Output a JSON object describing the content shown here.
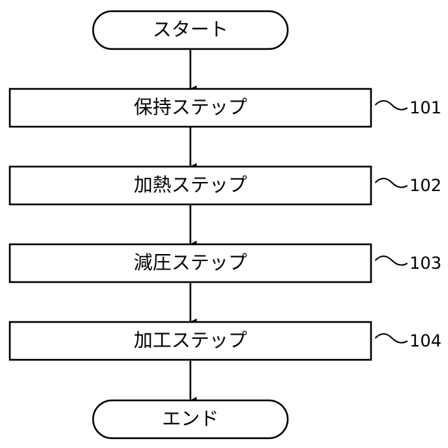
{
  "diagram": {
    "start": "スタート",
    "end": "エンド",
    "steps": [
      {
        "label": "保持ステップ",
        "ref": "101"
      },
      {
        "label": "加熱ステップ",
        "ref": "102"
      },
      {
        "label": "減圧ステップ",
        "ref": "103"
      },
      {
        "label": "加工ステップ",
        "ref": "104"
      }
    ]
  }
}
